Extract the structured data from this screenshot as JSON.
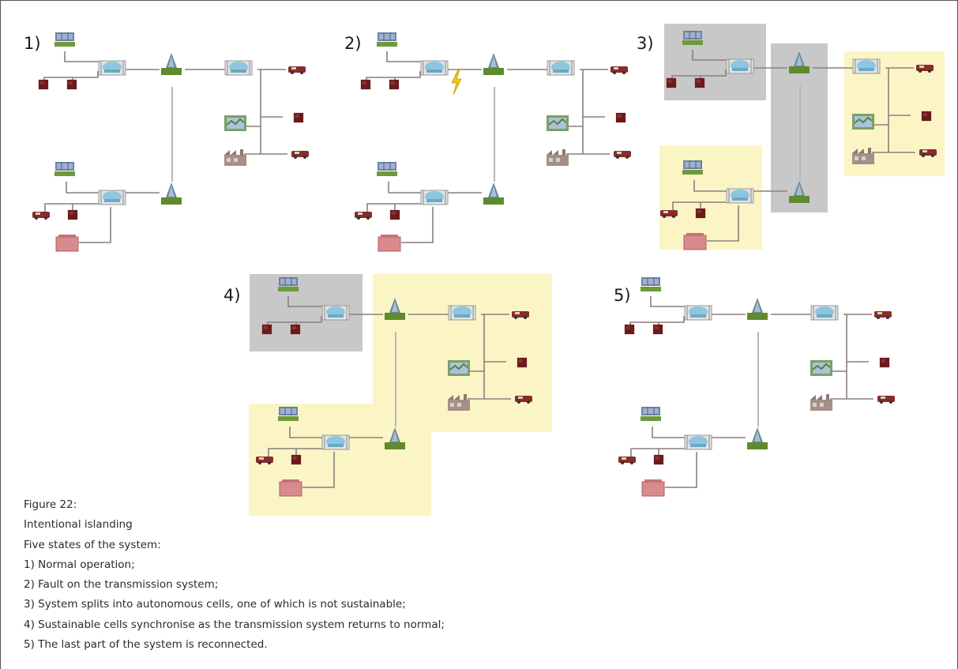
{
  "panels": [
    {
      "label": "1)",
      "state": "normal"
    },
    {
      "label": "2)",
      "state": "fault"
    },
    {
      "label": "3)",
      "state": "split"
    },
    {
      "label": "4)",
      "state": "resync"
    },
    {
      "label": "5)",
      "state": "reconnected"
    }
  ],
  "colors": {
    "sustainable_cell": "#fbf5c6",
    "unsustainable_cell": "#c8c8c8",
    "line": "#8c7f7f",
    "transmission_line": "#b8b8b8",
    "fault_bolt": "#f0c419"
  },
  "caption": {
    "lines": [
      "Figure 22:",
      "Intentional islanding",
      "Five states of the system:",
      "1) Normal operation;",
      "2) Fault on the transmission system;",
      "3) System splits into autonomous cells, one of which is not sustainable;",
      "4) Sustainable cells synchronise as the transmission system returns to normal;",
      "5) The last part of the system is reconnected."
    ]
  }
}
